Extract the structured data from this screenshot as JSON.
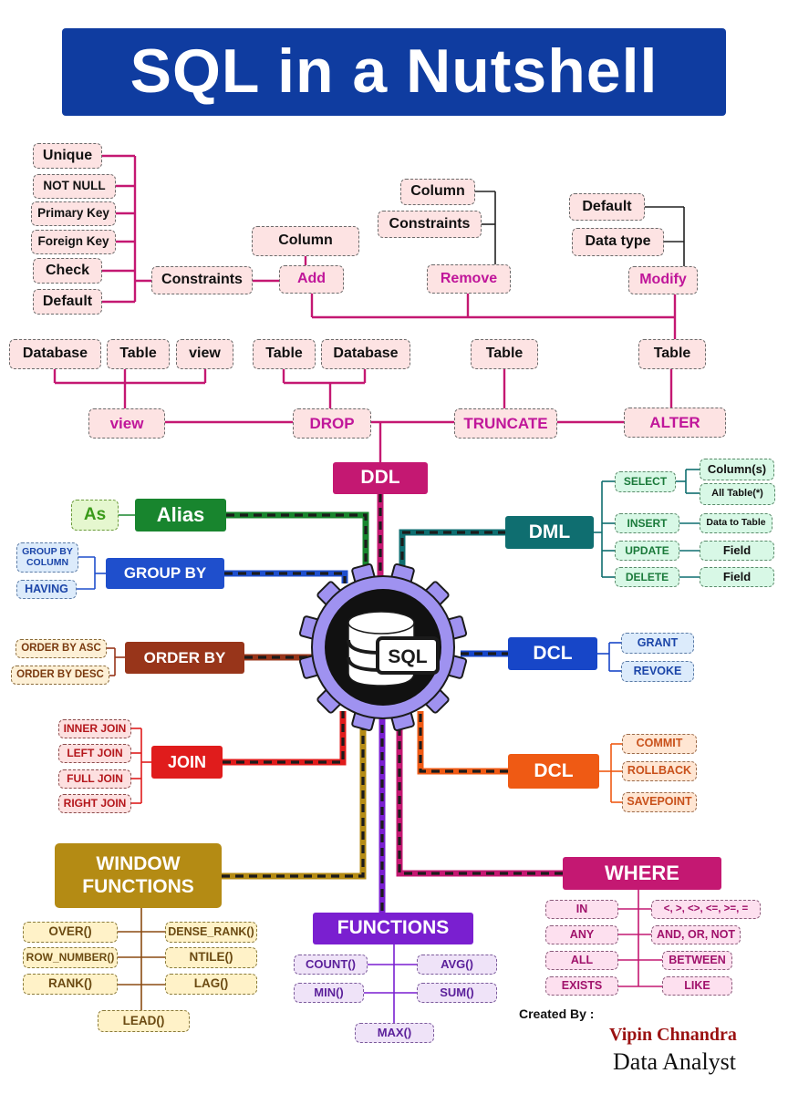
{
  "title": "SQL in a Nutshell",
  "colors": {
    "title_bg": "#0f3ca0",
    "ddl": "#c41872",
    "dml": "#0f6e70",
    "dcl_grant": "#1746c8",
    "dcl_commit": "#ef5a14",
    "alias": "#18852e",
    "group_by": "#1f4fcc",
    "order_by": "#98351a",
    "join": "#e01c1c",
    "window": "#b48b14",
    "functions": "#7a1fd0",
    "where": "#c41872"
  },
  "center_icon": {
    "label": "SQL",
    "icon": "database-gear-icon"
  },
  "ddl": {
    "label": "DDL",
    "alter": {
      "label": "ALTER",
      "table": "Table",
      "add": {
        "label": "Add",
        "column": "Column",
        "constraints": {
          "label": "Constraints",
          "items": [
            "Unique",
            "NOT NULL",
            "Primary Key",
            "Foreign Key",
            "Check",
            "Default"
          ]
        }
      },
      "remove": {
        "label": "Remove",
        "items": [
          "Column",
          "Constraints"
        ]
      },
      "modify": {
        "label": "Modify",
        "items": [
          "Default",
          "Data type"
        ]
      }
    },
    "view": {
      "label": "view",
      "items": [
        "Database",
        "Table",
        "view"
      ]
    },
    "drop": {
      "label": "DROP",
      "items": [
        "Table",
        "Database"
      ]
    },
    "truncate": {
      "label": "TRUNCATE",
      "items": [
        "Table"
      ]
    }
  },
  "dml": {
    "label": "DML",
    "select": {
      "label": "SELECT",
      "items": [
        "Column(s)",
        "All Table(*)"
      ]
    },
    "insert": {
      "label": "INSERT",
      "item": "Data to Table"
    },
    "update": {
      "label": "UPDATE",
      "item": "Field"
    },
    "delete": {
      "label": "DELETE",
      "item": "Field"
    }
  },
  "dcl1": {
    "label": "DCL",
    "items": [
      "GRANT",
      "REVOKE"
    ]
  },
  "dcl2": {
    "label": "DCL",
    "items": [
      "COMMIT",
      "ROLLBACK",
      "SAVEPOINT"
    ]
  },
  "alias": {
    "label": "Alias",
    "item": "As"
  },
  "group_by": {
    "label": "GROUP BY",
    "items": [
      "GROUP BY COLUMN",
      "HAVING"
    ]
  },
  "order_by": {
    "label": "ORDER BY",
    "items": [
      "ORDER BY ASC",
      "ORDER BY DESC"
    ]
  },
  "join": {
    "label": "JOIN",
    "items": [
      "INNER JOIN",
      "LEFT JOIN",
      "FULL JOIN",
      "RIGHT JOIN"
    ]
  },
  "window_functions": {
    "label": "WINDOW FUNCTIONS",
    "left": [
      "OVER()",
      "ROW_NUMBER()",
      "RANK()"
    ],
    "right": [
      "DENSE_RANK()",
      "NTILE()",
      "LAG()"
    ],
    "bottom": "LEAD()"
  },
  "functions": {
    "label": "FUNCTIONS",
    "left": [
      "COUNT()",
      "MIN()"
    ],
    "right": [
      "AVG()",
      "SUM()"
    ],
    "bottom": "MAX()"
  },
  "where": {
    "label": "WHERE",
    "left": [
      "IN",
      "ANY",
      "ALL",
      "EXISTS"
    ],
    "right": [
      "<, >, <>, <=, >=, =",
      "AND, OR, NOT",
      "BETWEEN",
      "LIKE"
    ]
  },
  "credit": {
    "label": "Created By :",
    "name": "Vipin Chnandra",
    "role": "Data Analyst"
  }
}
